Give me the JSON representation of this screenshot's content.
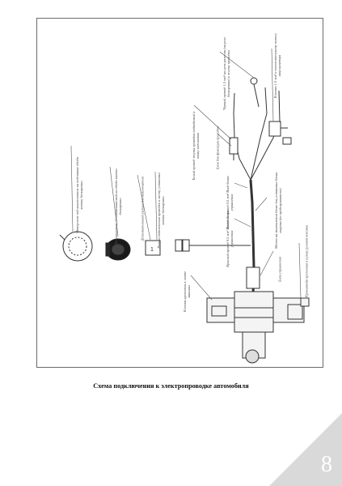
{
  "caption": "Схема подключения к электропроводке автомобиля",
  "page_number": "8",
  "labels": {
    "hole_steering": "Отверстие под выключатель на подставке обода кнопки блокировки",
    "switch": "Выключатель, устанавливаемый на обода кнопки блокировки",
    "limit_switch": "Дополнительный разъем для выключателя",
    "connector_note": "Разъем подключения проводки к месту установки кнопки блокировки",
    "fuse_left": "Клемма крепления к ленте машины",
    "brown_wire": "Белый провод жгута проводов подводимый к замку зажигания",
    "black_wire": "Черный провод 1.5 мм² на цепь разъема (на реле блокировки) к жгуту проводки",
    "ring_terminal": "Клемма 1.5 мм² к положительному полюсу аккумулятора",
    "relay_block": "Блок для фиксации проводов",
    "green_wire": "Зелёный провод 0.5 мм² Вход блока управления",
    "red_wire": "Красный провод 0.5 мм² Выход блока управления",
    "mount_place": "Место на монтажном блоке для установки блока нагрева (по предохранителю)",
    "control_unit": "Блок управления",
    "clamp": "Кронштейн крепления к кузову рулевой колонки"
  }
}
